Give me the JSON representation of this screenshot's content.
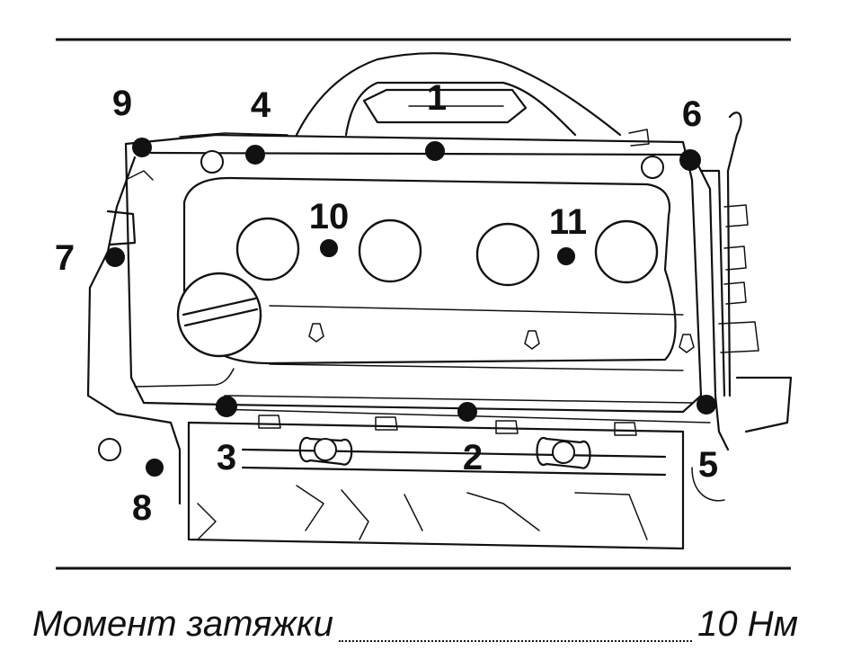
{
  "diagram": {
    "bolt_labels": [
      "1",
      "2",
      "3",
      "4",
      "5",
      "6",
      "7",
      "8",
      "9",
      "10",
      "11"
    ]
  },
  "caption": {
    "label": "Момент затяжки",
    "value": "10 Нм"
  }
}
